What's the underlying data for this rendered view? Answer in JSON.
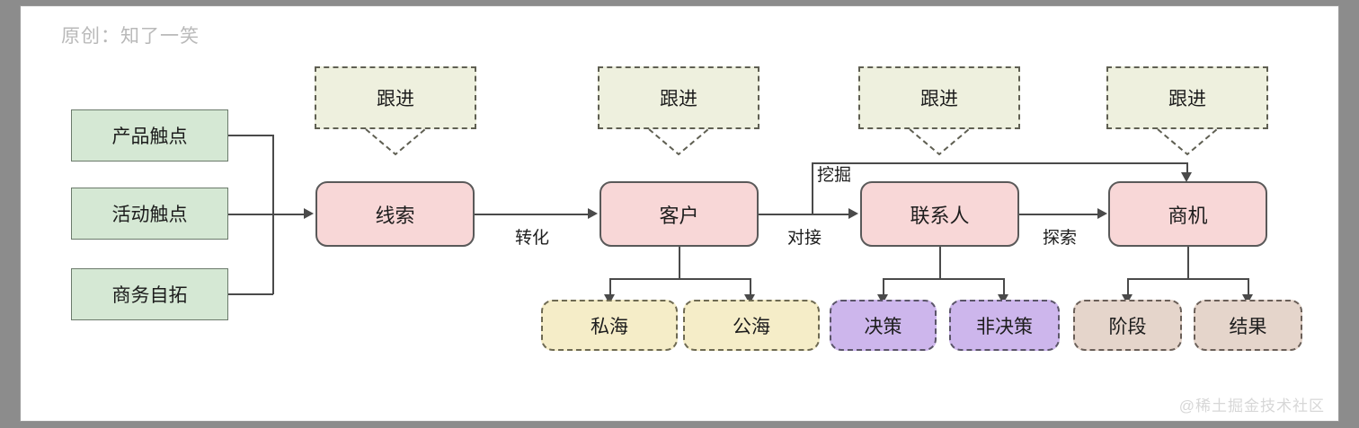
{
  "page": {
    "credit": "原创：知了一笑",
    "watermark": "@稀土掘金技术社区"
  },
  "colors": {
    "source_fill": "#d5e8d4",
    "stage_fill": "#f8d7d7",
    "callout_fill": "#eef0de",
    "sub_yellow": "#f5edc8",
    "sub_purple": "#cdb6ec",
    "sub_beige": "#e5d5cb",
    "line": "#4a4a4a",
    "frame": "#8c8c8c"
  },
  "sources": [
    {
      "label": "产品触点"
    },
    {
      "label": "活动触点"
    },
    {
      "label": "商务自拓"
    }
  ],
  "stages": [
    {
      "label": "线索"
    },
    {
      "label": "客户"
    },
    {
      "label": "联系人"
    },
    {
      "label": "商机"
    }
  ],
  "callouts": [
    {
      "label": "跟进"
    },
    {
      "label": "跟进"
    },
    {
      "label": "跟进"
    },
    {
      "label": "跟进"
    }
  ],
  "edges": [
    {
      "label": "转化"
    },
    {
      "label": "对接"
    },
    {
      "label": "挖掘"
    },
    {
      "label": "探索"
    }
  ],
  "subnodes": {
    "customer": [
      {
        "label": "私海",
        "color": "yellow"
      },
      {
        "label": "公海",
        "color": "yellow"
      }
    ],
    "contact": [
      {
        "label": "决策",
        "color": "purple"
      },
      {
        "label": "非决策",
        "color": "purple"
      }
    ],
    "opportunity": [
      {
        "label": "阶段",
        "color": "beige"
      },
      {
        "label": "结果",
        "color": "beige"
      }
    ]
  }
}
